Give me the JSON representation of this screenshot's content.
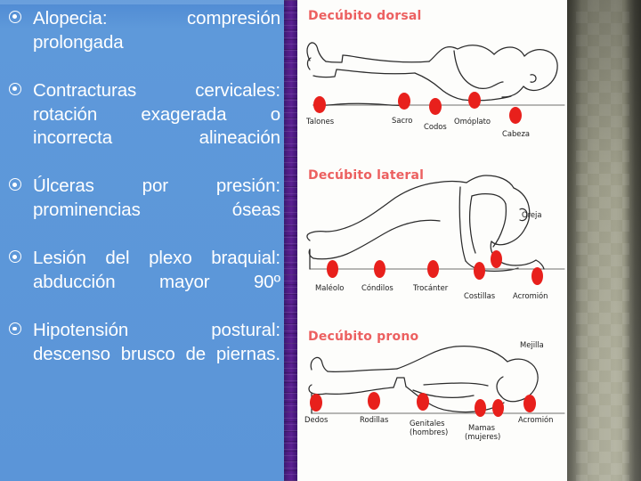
{
  "slide": {
    "background_color": "#5b95d8",
    "divider_color": "#4e1d82",
    "band_color": "#a0a08c",
    "panel_color": "#fdfdfb"
  },
  "bullets": [
    {
      "text": "Alopecia: compresión prolongada"
    },
    {
      "text": "Contracturas cervicales: rotación exagerada o incorrecta alineación"
    },
    {
      "text": "Úlceras por presión: prominencias óseas"
    },
    {
      "text": "Lesión del plexo braquial: abducción mayor 90º"
    },
    {
      "text": "Hipotensión postural: descenso brusco de piernas."
    }
  ],
  "picture": {
    "title_color": "#ec6060",
    "dot_color": "#e8201c",
    "figures": [
      {
        "title": "Decúbito dorsal",
        "labels": [
          {
            "text": "Talones"
          },
          {
            "text": "Sacro"
          },
          {
            "text": "Codos"
          },
          {
            "text": "Omóplato"
          },
          {
            "text": "Cabeza"
          }
        ]
      },
      {
        "title": "Decúbito lateral",
        "labels": [
          {
            "text": "Maléolo"
          },
          {
            "text": "Cóndilos"
          },
          {
            "text": "Trocánter"
          },
          {
            "text": "Costillas"
          },
          {
            "text": "Acromión"
          },
          {
            "text": "Oreja"
          }
        ]
      },
      {
        "title": "Decúbito prono",
        "labels": [
          {
            "text": "Dedos"
          },
          {
            "text": "Rodillas"
          },
          {
            "text": "Genitales"
          },
          {
            "text": "(hombres)"
          },
          {
            "text": "Mamas"
          },
          {
            "text": "(mujeres)"
          },
          {
            "text": "Acromión"
          },
          {
            "text": "Mejilla"
          }
        ]
      }
    ]
  }
}
